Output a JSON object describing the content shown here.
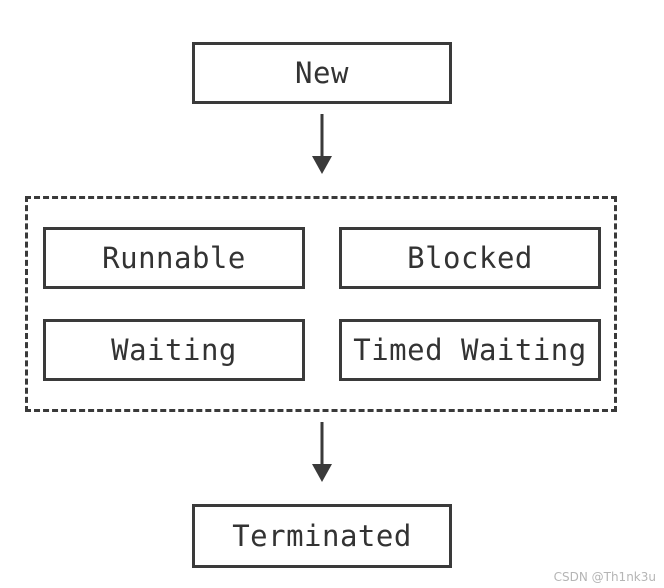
{
  "states": {
    "new": "New",
    "runnable": "Runnable",
    "blocked": "Blocked",
    "waiting": "Waiting",
    "timed_waiting": "Timed Waiting",
    "terminated": "Terminated"
  },
  "watermark": "CSDN @Th1nk3u",
  "colors": {
    "stroke": "#3a3a3a",
    "text": "#333333",
    "background": "#ffffff"
  }
}
